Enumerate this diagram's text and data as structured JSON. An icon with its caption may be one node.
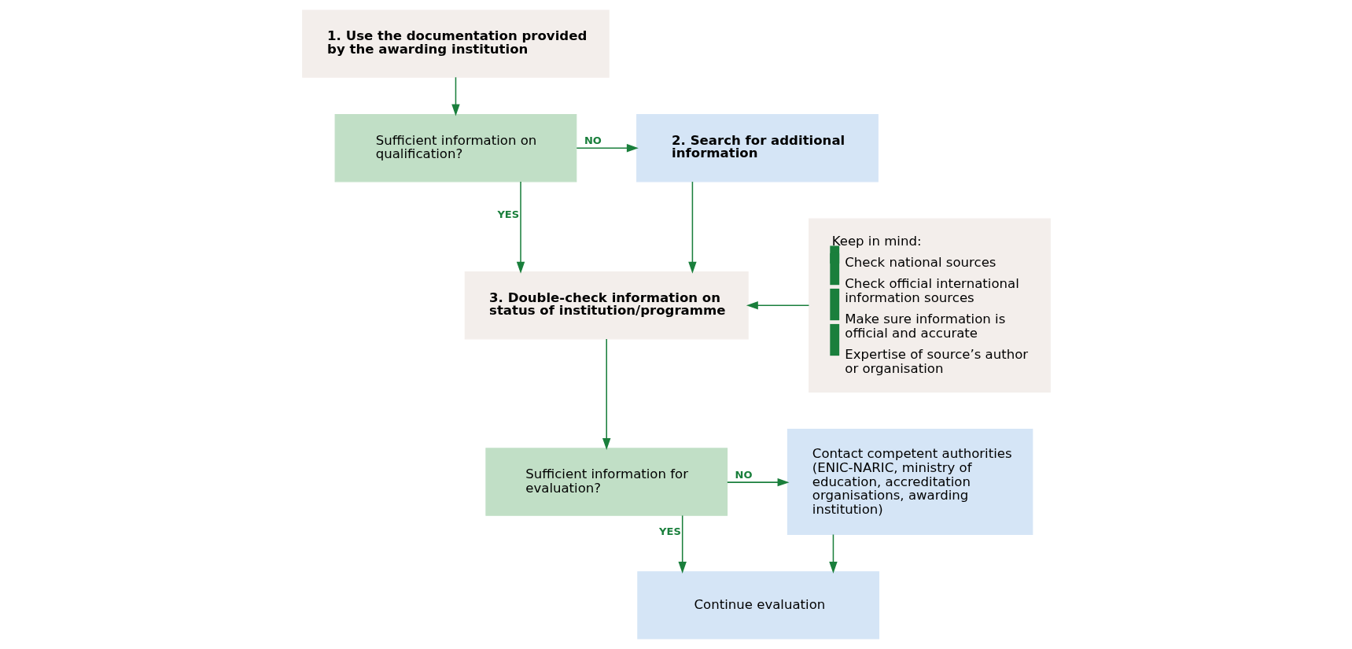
{
  "diagram": {
    "nodes": [
      {
        "text": [
          "1. Use the documentation provided by the awarding institution"
        ]
      },
      {
        "text": [
          "Sufficient information on qualification?"
        ]
      },
      {
        "text": [
          "2. Search for additional information"
        ]
      },
      {
        "text": [
          "Keep in mind:",
          "Check national sources",
          "Check official international information sources",
          "Make sure information is official and accurate",
          "Expertise of source’s author or organisation"
        ]
      },
      {
        "text": [
          "3. Double-check information on status of institution/programme"
        ]
      },
      {
        "text": [
          "Sufficient information for evaluation?"
        ]
      },
      {
        "text": [
          "Contact competent authorities (ENIC-NARIC, ministry of education, accreditation organisations, awarding institution)"
        ]
      },
      {
        "text": [
          "Continue evaluation"
        ]
      }
    ],
    "edges": [
      {
        "from": 0,
        "to": 1,
        "arrow": "to"
      },
      {
        "from": 1,
        "to": 2,
        "arrow": "to",
        "label": "NO"
      },
      {
        "from": 1,
        "to": 4,
        "arrow": "to",
        "label": "YES"
      },
      {
        "from": 2,
        "to": 4,
        "arrow": "to"
      },
      {
        "from": 3,
        "to": 4,
        "arrow": "to"
      },
      {
        "from": 4,
        "to": 5,
        "arrow": "to"
      },
      {
        "from": 5,
        "to": 6,
        "arrow": "to",
        "label": "NO"
      },
      {
        "from": 5,
        "to": 7,
        "arrow": "to",
        "label": "YES"
      },
      {
        "from": 6,
        "to": 7,
        "arrow": "to"
      }
    ]
  }
}
